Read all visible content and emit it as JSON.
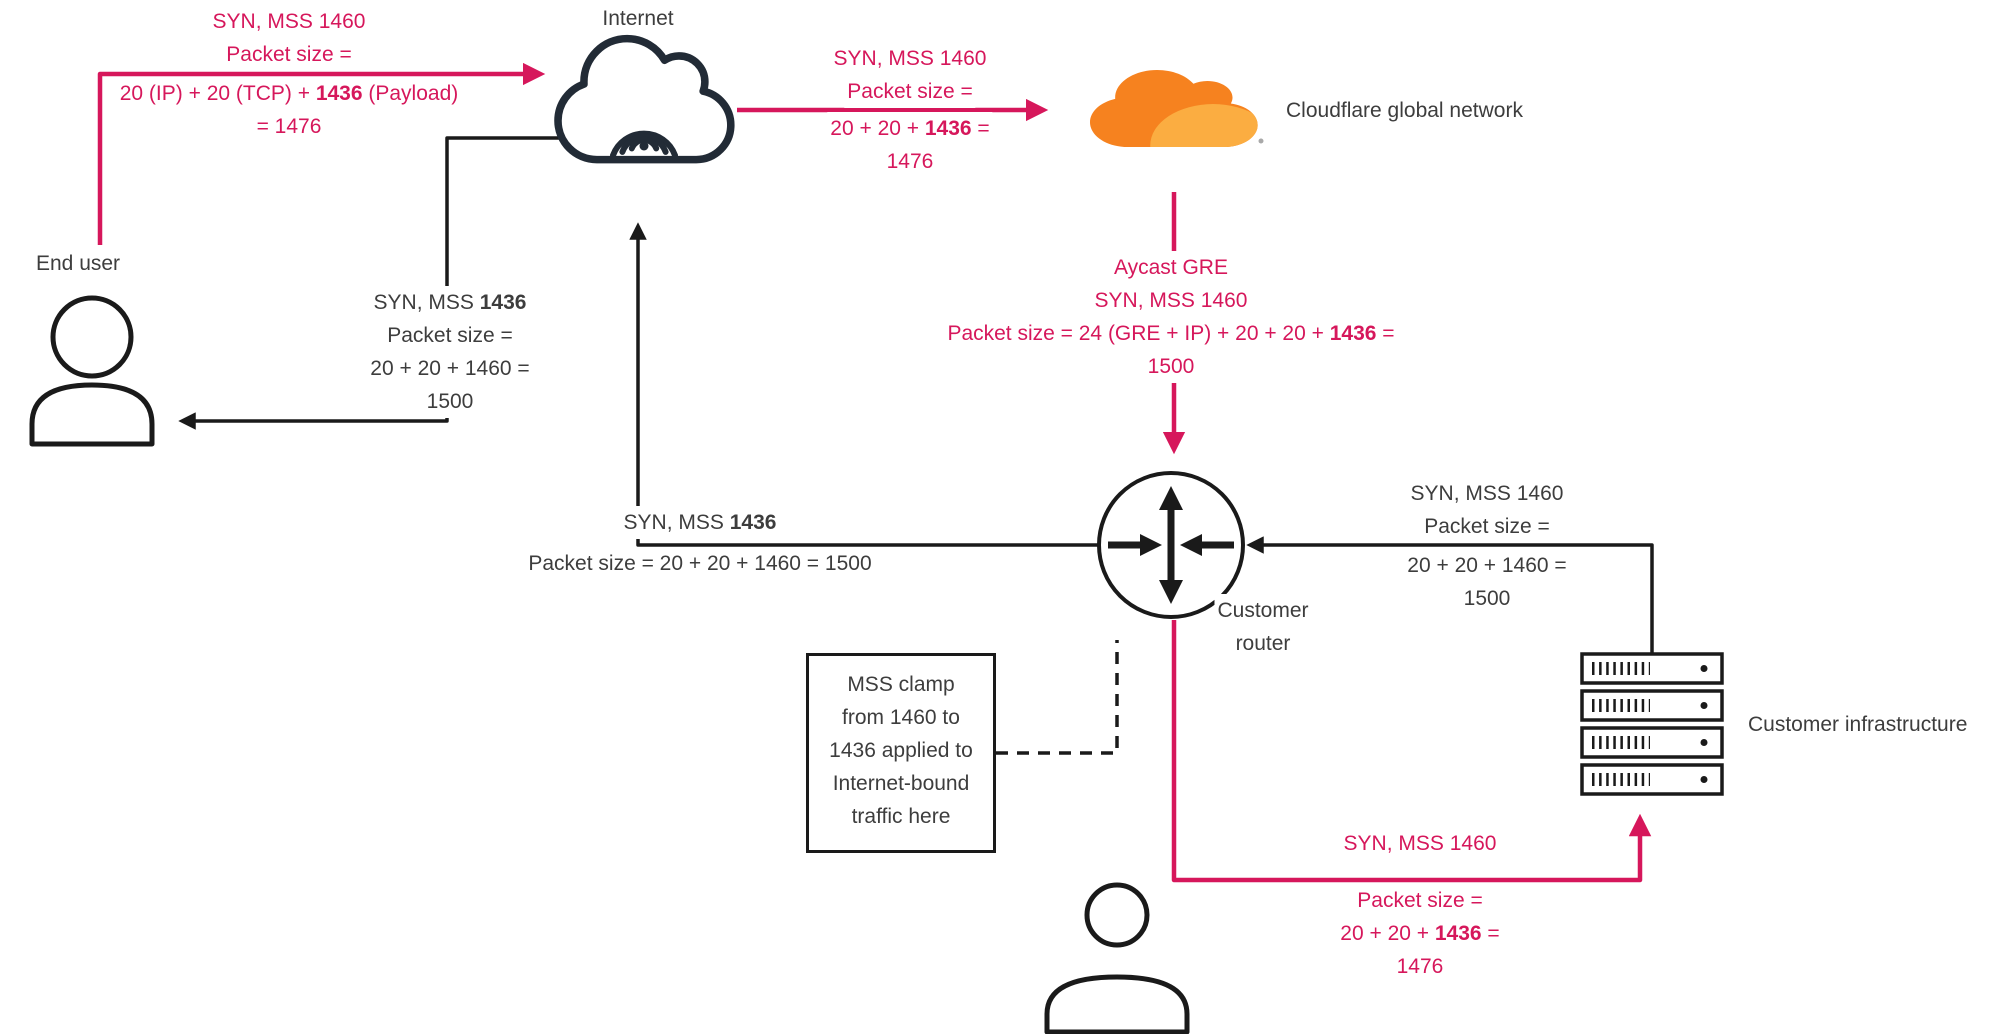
{
  "colors": {
    "pink": "#d6175b",
    "ink": "#1a1a1a",
    "navy": "#222b36",
    "text": "#3d3d3d",
    "cf_orange": "#f6821f",
    "cf_orange_light": "#fbad41"
  },
  "icons": {
    "internet": "cloud-with-wifi",
    "cloudflare": "cloudflare-cloud-logo",
    "customer_router": "circle-router-arrows",
    "customer_infrastructure": "server-stack",
    "end_user": "person-silhouette",
    "origin_user": "person-silhouette"
  },
  "nodes": {
    "end_user": {
      "label": "End user"
    },
    "internet": {
      "label": "Internet"
    },
    "cloudflare": {
      "label": "Cloudflare global network"
    },
    "customer_router": {
      "lines": [
        {
          "segs": [
            {
              "t": "Customer"
            }
          ]
        },
        {
          "segs": [
            {
              "t": "router"
            }
          ]
        }
      ]
    },
    "customer_infrastructure": {
      "label": "Customer infrastructure"
    }
  },
  "flows": {
    "user_to_internet": {
      "lines": [
        {
          "segs": [
            {
              "t": "SYN, MSS 1460"
            }
          ]
        },
        {
          "segs": [
            {
              "t": "Packet size ="
            }
          ]
        },
        {
          "mt": 6,
          "segs": [
            {
              "t": "20 (IP) + 20 (TCP) + "
            },
            {
              "t": "1436",
              "b": true
            },
            {
              "t": " (Payload)"
            }
          ]
        },
        {
          "segs": [
            {
              "t": "= 1476"
            }
          ]
        }
      ]
    },
    "internet_to_cloudflare": {
      "lines": [
        {
          "segs": [
            {
              "t": "SYN, MSS 1460"
            }
          ]
        },
        {
          "segs": [
            {
              "t": "Packet size ="
            }
          ]
        },
        {
          "mt": 4,
          "segs": [
            {
              "t": "20 + 20 + "
            },
            {
              "t": "1436",
              "b": true
            },
            {
              "t": " ="
            }
          ]
        },
        {
          "segs": [
            {
              "t": "1476"
            }
          ]
        }
      ]
    },
    "cloudflare_to_router": {
      "lines": [
        {
          "segs": [
            {
              "t": "Aycast GRE"
            }
          ]
        },
        {
          "segs": [
            {
              "t": "SYN, MSS 1460"
            }
          ]
        },
        {
          "segs": [
            {
              "t": "Packet size = 24 (GRE + IP) + 20 + 20 + "
            },
            {
              "t": "1436",
              "b": true
            },
            {
              "t": " ="
            }
          ]
        },
        {
          "segs": [
            {
              "t": "1500"
            }
          ]
        }
      ]
    },
    "internet_to_user": {
      "lines": [
        {
          "segs": [
            {
              "t": "SYN, MSS "
            },
            {
              "t": "1436",
              "b": true
            }
          ]
        },
        {
          "segs": [
            {
              "t": "Packet size ="
            }
          ]
        },
        {
          "segs": [
            {
              "t": "20 + 20 + 1460 ="
            }
          ]
        },
        {
          "segs": [
            {
              "t": "1500"
            }
          ]
        }
      ]
    },
    "router_to_internet": {
      "lines": [
        {
          "segs": [
            {
              "t": "SYN, MSS "
            },
            {
              "t": "1436",
              "b": true
            }
          ]
        },
        {
          "mt": 8,
          "segs": [
            {
              "t": "Packet size = 20 + 20 + 1460 = 1500"
            }
          ]
        }
      ]
    },
    "infra_to_router": {
      "lines": [
        {
          "segs": [
            {
              "t": "SYN, MSS 1460"
            }
          ]
        },
        {
          "segs": [
            {
              "t": "Packet size ="
            }
          ]
        },
        {
          "mt": 6,
          "segs": [
            {
              "t": "20 + 20 + 1460 ="
            }
          ]
        },
        {
          "segs": [
            {
              "t": "1500"
            }
          ]
        }
      ]
    },
    "router_to_infra": {
      "lines": [
        {
          "segs": [
            {
              "t": "SYN, MSS 1460"
            }
          ]
        },
        {
          "mt": 24,
          "segs": [
            {
              "t": "Packet size ="
            }
          ]
        },
        {
          "segs": [
            {
              "t": "20 + 20 + "
            },
            {
              "t": "1436",
              "b": true
            },
            {
              "t": " ="
            }
          ]
        },
        {
          "segs": [
            {
              "t": "1476"
            }
          ]
        }
      ]
    }
  },
  "clamp_note": {
    "lines": [
      {
        "segs": [
          {
            "t": "MSS clamp"
          }
        ]
      },
      {
        "segs": [
          {
            "t": "from 1460 to"
          }
        ]
      },
      {
        "segs": [
          {
            "t": "1436 applied to"
          }
        ]
      },
      {
        "segs": [
          {
            "t": "Internet-bound"
          }
        ]
      },
      {
        "segs": [
          {
            "t": "traffic here"
          }
        ]
      }
    ]
  }
}
